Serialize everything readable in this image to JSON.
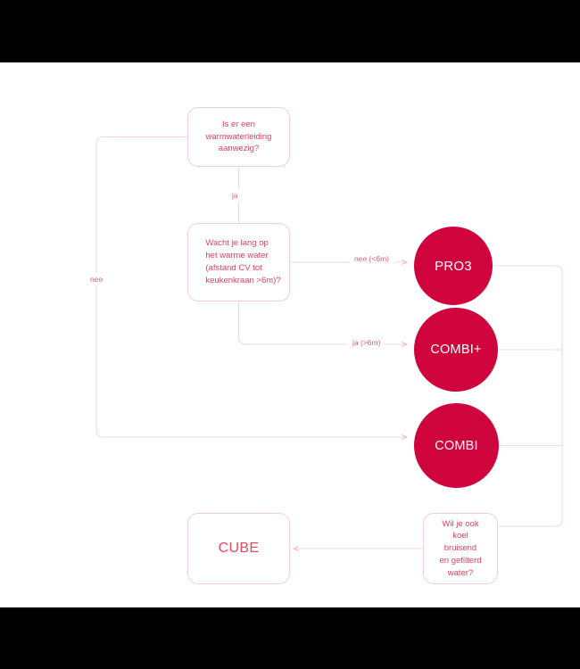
{
  "diagram": {
    "type": "flowchart",
    "title": "Boiler selection decision flowchart",
    "colors": {
      "circle_fill": "#d0043c",
      "circle_text": "#ffffff",
      "box_border": "#f6cdd6",
      "box_text": "#d8455f",
      "edge_line": "#f7d4dc",
      "edge_label_text": "#e2617a",
      "canvas": "#ffffff",
      "letterbox": "#000000"
    },
    "nodes": [
      {
        "id": "q1",
        "shape": "rounded-rect",
        "label": "Is er een\nwarmwaterleiding\naanwezig?"
      },
      {
        "id": "q2",
        "shape": "rounded-rect",
        "label": "Wacht je lang op\nhet warme water\n(afstand CV tot\nkeukenkraan >6m)?"
      },
      {
        "id": "pro3",
        "shape": "circle",
        "label": "PRO3"
      },
      {
        "id": "combip",
        "shape": "circle",
        "label": "COMBI+"
      },
      {
        "id": "combi",
        "shape": "circle",
        "label": "COMBI"
      },
      {
        "id": "q4",
        "shape": "rounded-rect",
        "label": "Wil je ook\nkoel bruisend\nen gefilterd\nwater?"
      },
      {
        "id": "cube",
        "shape": "rounded-rect",
        "label": "CUBE"
      }
    ],
    "edge_labels": {
      "q1_to_q2": "ja",
      "q1_to_combi": "nee",
      "q2_to_pro3": "nee (<6m)",
      "q2_to_combip": "ja (>6m)"
    },
    "node_text": {
      "q1_line1": "Is er een",
      "q1_line2": "warmwaterleiding",
      "q1_line3": "aanwezig?",
      "q2_line1": "Wacht je lang op",
      "q2_line2": "het warme water",
      "q2_line3": "(afstand CV tot",
      "q2_line4": "keukenkraan >6m)?",
      "pro3": "PRO3",
      "combi_plus": "COMBI+",
      "combi": "COMBI",
      "q4_line1": "Wil je ook",
      "q4_line2": "koel bruisend",
      "q4_line3": "en gefilterd",
      "q4_line4": "water?",
      "cube": "CUBE"
    }
  }
}
